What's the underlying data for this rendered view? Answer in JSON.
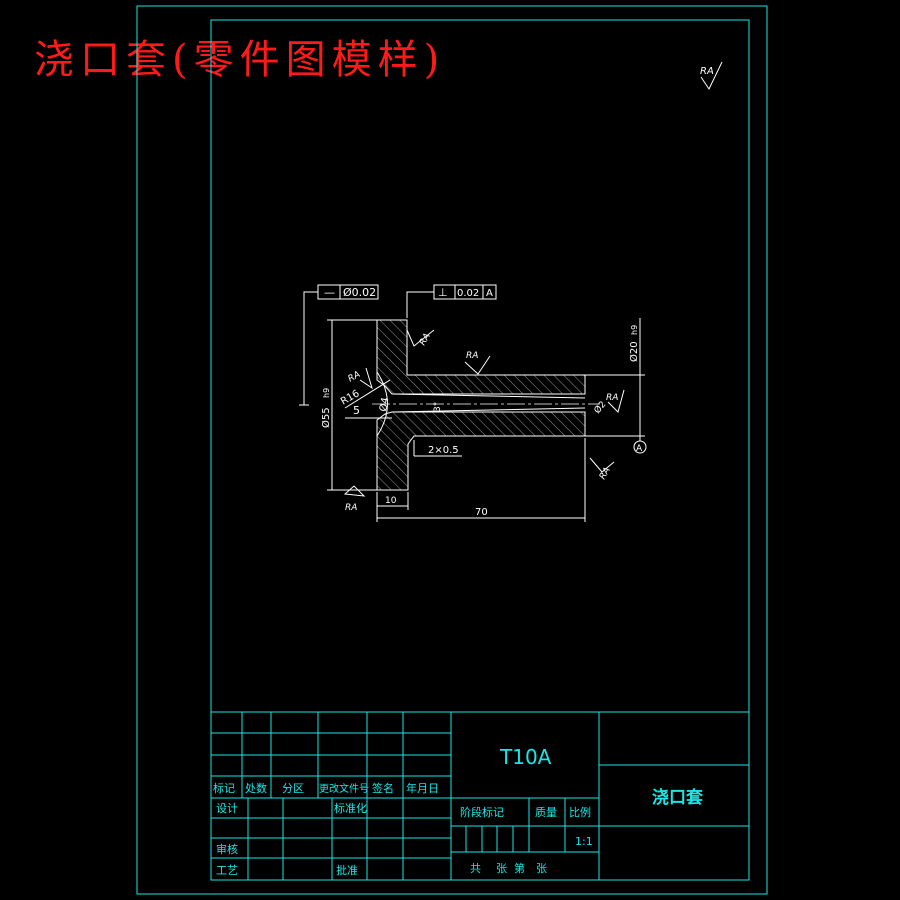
{
  "header": {
    "title": "浇口套(零件图模样)"
  },
  "drawing": {
    "roughness_symbol": "RA",
    "tolerance_frames": {
      "straightness": {
        "symbol": "—",
        "value": "Ø0.02"
      },
      "perpendicularity": {
        "symbol": "⊥",
        "value": "0.02",
        "datum": "A"
      }
    },
    "dimensions": {
      "flange_diameter": "Ø55",
      "flange_fit": "h9",
      "body_diameter": "Ø20",
      "body_fit": "h9",
      "radius": "R16",
      "bore": "Ø4",
      "depth": "5",
      "taper": "3°",
      "exit": "Ø2",
      "chamfer": "2×0.5",
      "flange_thickness": "10",
      "total_length": "70",
      "datum": "A"
    }
  },
  "title_block": {
    "material": "T10A",
    "part_name": "浇口套",
    "scale": "1:1",
    "header_labels": [
      "标记",
      "处数",
      "分区",
      "更改文件号",
      "签名",
      "年月日"
    ],
    "row_labels": {
      "design": "设计",
      "standardization": "标准化",
      "review": "审核",
      "process": "工艺",
      "approve": "批准"
    },
    "stage_labels": {
      "stage_mark": "阶段标记",
      "weight": "质量",
      "scale": "比例"
    },
    "sheet_labels": {
      "total": "共",
      "sheet": "张",
      "nth": "第",
      "sheet2": "张"
    }
  }
}
